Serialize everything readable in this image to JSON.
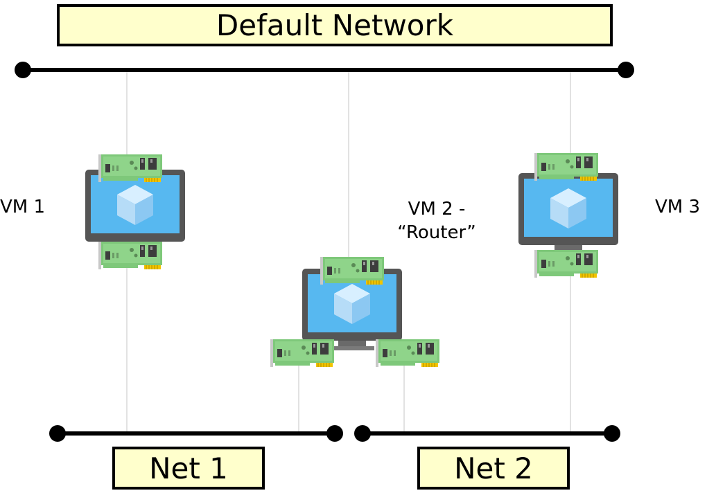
{
  "title": "Default Network",
  "networks": {
    "net1": "Net 1",
    "net2": "Net 2"
  },
  "vms": {
    "vm1": "VM 1",
    "vm2_line1": "VM 2 -",
    "vm2_line2": "“Router”",
    "vm3": "VM 3"
  },
  "colors": {
    "label_fill": "#ffffcc",
    "screen_blue": "#57b8f0",
    "nic_green": "#7ec87a",
    "nic_gold": "#f2c400",
    "monitor_gray": "#555555"
  },
  "icons": [
    "virtual-machine-monitor-icon",
    "network-card-icon"
  ]
}
